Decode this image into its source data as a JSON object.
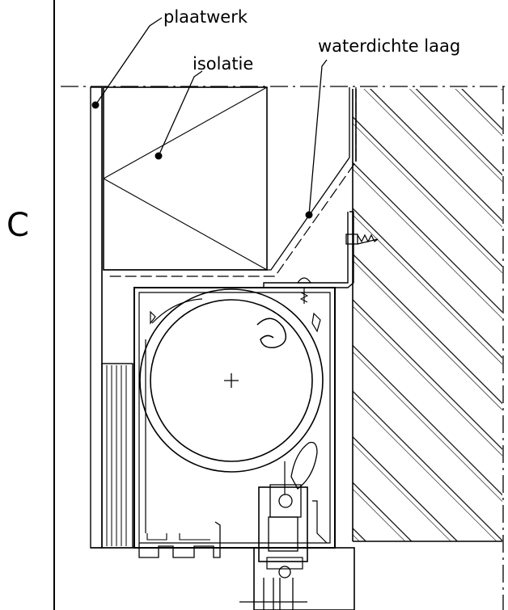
{
  "side_label": "C",
  "labels": {
    "plaatwerk": "plaatwerk",
    "isolatie": "isolatie",
    "waterdichte_laag": "waterdichte laag"
  }
}
